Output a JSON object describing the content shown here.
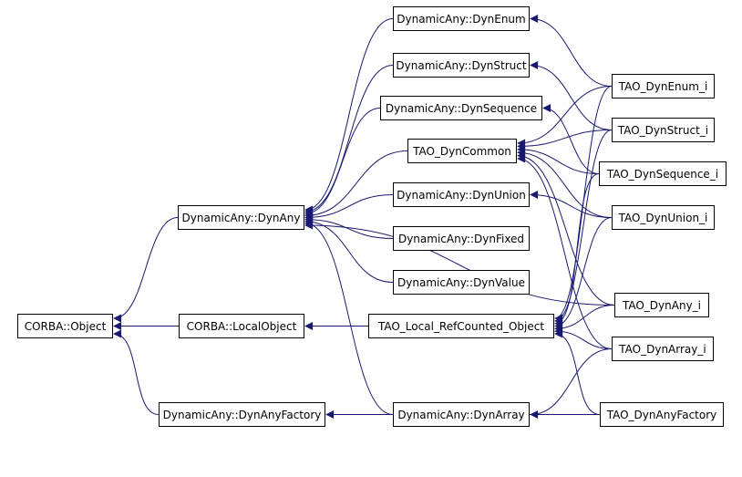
{
  "style": {
    "edge_color": "#191970",
    "node_border": "#000000",
    "node_fill": "#ffffff"
  },
  "nodes": [
    {
      "id": "corba_object",
      "label": "CORBA::Object"
    },
    {
      "id": "dynany",
      "label": "DynamicAny::DynAny"
    },
    {
      "id": "localobject",
      "label": "CORBA::LocalObject"
    },
    {
      "id": "dynanyfactory",
      "label": "DynamicAny::DynAnyFactory"
    },
    {
      "id": "dynenum",
      "label": "DynamicAny::DynEnum"
    },
    {
      "id": "dynstruct",
      "label": "DynamicAny::DynStruct"
    },
    {
      "id": "dynsequence",
      "label": "DynamicAny::DynSequence"
    },
    {
      "id": "tao_dyncommon",
      "label": "TAO_DynCommon"
    },
    {
      "id": "dynunion",
      "label": "DynamicAny::DynUnion"
    },
    {
      "id": "dynfixed",
      "label": "DynamicAny::DynFixed"
    },
    {
      "id": "dynvalue",
      "label": "DynamicAny::DynValue"
    },
    {
      "id": "tao_local_refcounted",
      "label": "TAO_Local_RefCounted_Object"
    },
    {
      "id": "dynarray",
      "label": "DynamicAny::DynArray"
    },
    {
      "id": "tao_dynenum_i",
      "label": "TAO_DynEnum_i"
    },
    {
      "id": "tao_dynstruct_i",
      "label": "TAO_DynStruct_i"
    },
    {
      "id": "tao_dynsequence_i",
      "label": "TAO_DynSequence_i"
    },
    {
      "id": "tao_dynunion_i",
      "label": "TAO_DynUnion_i"
    },
    {
      "id": "tao_dynany_i",
      "label": "TAO_DynAny_i"
    },
    {
      "id": "tao_dynarray_i",
      "label": "TAO_DynArray_i"
    },
    {
      "id": "tao_dynanyfactory",
      "label": "TAO_DynAnyFactory"
    }
  ],
  "edges": [
    {
      "from": "dynany",
      "to": "corba_object"
    },
    {
      "from": "localobject",
      "to": "corba_object"
    },
    {
      "from": "dynanyfactory",
      "to": "corba_object"
    },
    {
      "from": "dynenum",
      "to": "dynany"
    },
    {
      "from": "dynstruct",
      "to": "dynany"
    },
    {
      "from": "dynsequence",
      "to": "dynany"
    },
    {
      "from": "tao_dyncommon",
      "to": "dynany"
    },
    {
      "from": "dynunion",
      "to": "dynany"
    },
    {
      "from": "dynfixed",
      "to": "dynany"
    },
    {
      "from": "dynvalue",
      "to": "dynany"
    },
    {
      "from": "dynarray",
      "to": "dynany"
    },
    {
      "from": "tao_local_refcounted",
      "to": "localobject"
    },
    {
      "from": "tao_dynenum_i",
      "to": "dynenum"
    },
    {
      "from": "tao_dynstruct_i",
      "to": "dynstruct"
    },
    {
      "from": "tao_dynsequence_i",
      "to": "dynsequence"
    },
    {
      "from": "tao_dynunion_i",
      "to": "dynunion"
    },
    {
      "from": "tao_dynarray_i",
      "to": "dynarray"
    },
    {
      "from": "tao_dynany_i",
      "to": "dynany"
    },
    {
      "from": "tao_dynanyfactory",
      "to": "dynanyfactory"
    },
    {
      "from": "tao_dynenum_i",
      "to": "tao_dyncommon"
    },
    {
      "from": "tao_dynstruct_i",
      "to": "tao_dyncommon"
    },
    {
      "from": "tao_dynsequence_i",
      "to": "tao_dyncommon"
    },
    {
      "from": "tao_dynunion_i",
      "to": "tao_dyncommon"
    },
    {
      "from": "tao_dynany_i",
      "to": "tao_dyncommon"
    },
    {
      "from": "tao_dynarray_i",
      "to": "tao_dyncommon"
    },
    {
      "from": "tao_dynenum_i",
      "to": "tao_local_refcounted"
    },
    {
      "from": "tao_dynstruct_i",
      "to": "tao_local_refcounted"
    },
    {
      "from": "tao_dynsequence_i",
      "to": "tao_local_refcounted"
    },
    {
      "from": "tao_dynunion_i",
      "to": "tao_local_refcounted"
    },
    {
      "from": "tao_dynany_i",
      "to": "tao_local_refcounted"
    },
    {
      "from": "tao_dynarray_i",
      "to": "tao_local_refcounted"
    },
    {
      "from": "tao_dynanyfactory",
      "to": "tao_local_refcounted"
    }
  ]
}
